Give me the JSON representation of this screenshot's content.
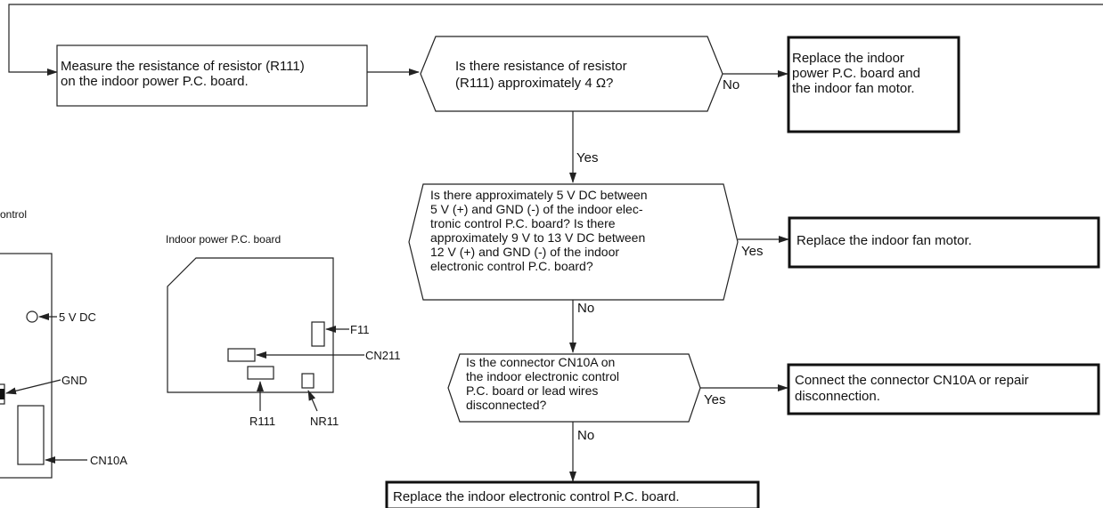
{
  "flowchart": {
    "step_measure": [
      "Measure the resistance of resistor (R111)",
      "on the indoor power P.C. board."
    ],
    "q_resistance": [
      "Is there resistance of resistor",
      "(R111) approximately 4 Ω?"
    ],
    "action_replace_board_motor": [
      "Replace the indoor",
      "power P.C. board and",
      "the indoor fan motor."
    ],
    "q_voltage": [
      "Is there approximately 5 V DC between",
      "5 V (+) and GND (-) of the indoor elec-",
      "tronic control P.C. board? Is there",
      "approximately 9 V to 13 V DC between",
      "12 V (+) and GND (-) of the indoor",
      "electronic control P.C. board?"
    ],
    "action_replace_fan_motor": "Replace the indoor fan motor.",
    "q_connector": [
      "Is the connector CN10A on",
      "the indoor electronic control",
      "P.C. board or lead wires",
      "disconnected?"
    ],
    "action_connect": [
      "Connect the connector CN10A or repair",
      "disconnection."
    ],
    "action_replace_control_board": "Replace the indoor electronic control P.C. board.",
    "labels": {
      "no_1": "No",
      "yes_1": "Yes",
      "yes_2": "Yes",
      "no_2": "No",
      "yes_3": "Yes",
      "no_3": "No"
    }
  },
  "electronic_control_board": {
    "title_partial": "ontrol",
    "label_5v": "5 V DC",
    "label_gnd": "GND",
    "label_cn10a": "CN10A"
  },
  "power_board": {
    "title": "Indoor power P.C. board",
    "label_f11": "F11",
    "label_cn211": "CN211",
    "label_r111": "R111",
    "label_nr11": "NR11"
  }
}
